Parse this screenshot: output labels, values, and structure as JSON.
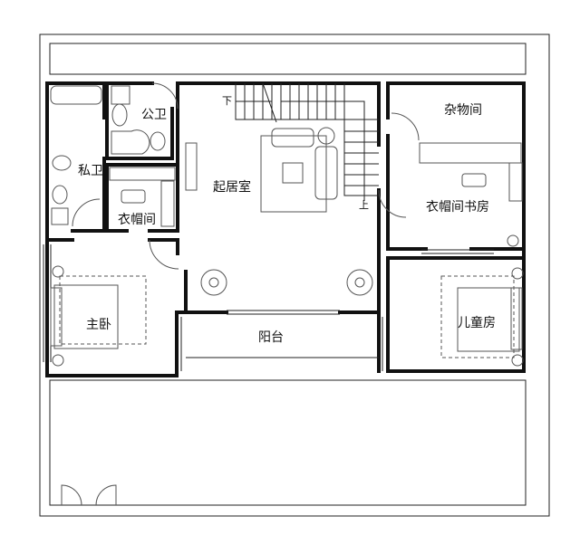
{
  "rooms": {
    "public_bath": "公卫",
    "storage": "杂物间",
    "private_bath": "私卫",
    "living": "起居室",
    "closet": "衣帽间",
    "closet_study": "衣帽间书房",
    "master_bedroom": "主卧",
    "balcony": "阳台",
    "children_room": "儿童房"
  },
  "stairs": {
    "down": "下",
    "up": "上"
  },
  "colors": {
    "line": "#111111",
    "background": "#ffffff"
  }
}
